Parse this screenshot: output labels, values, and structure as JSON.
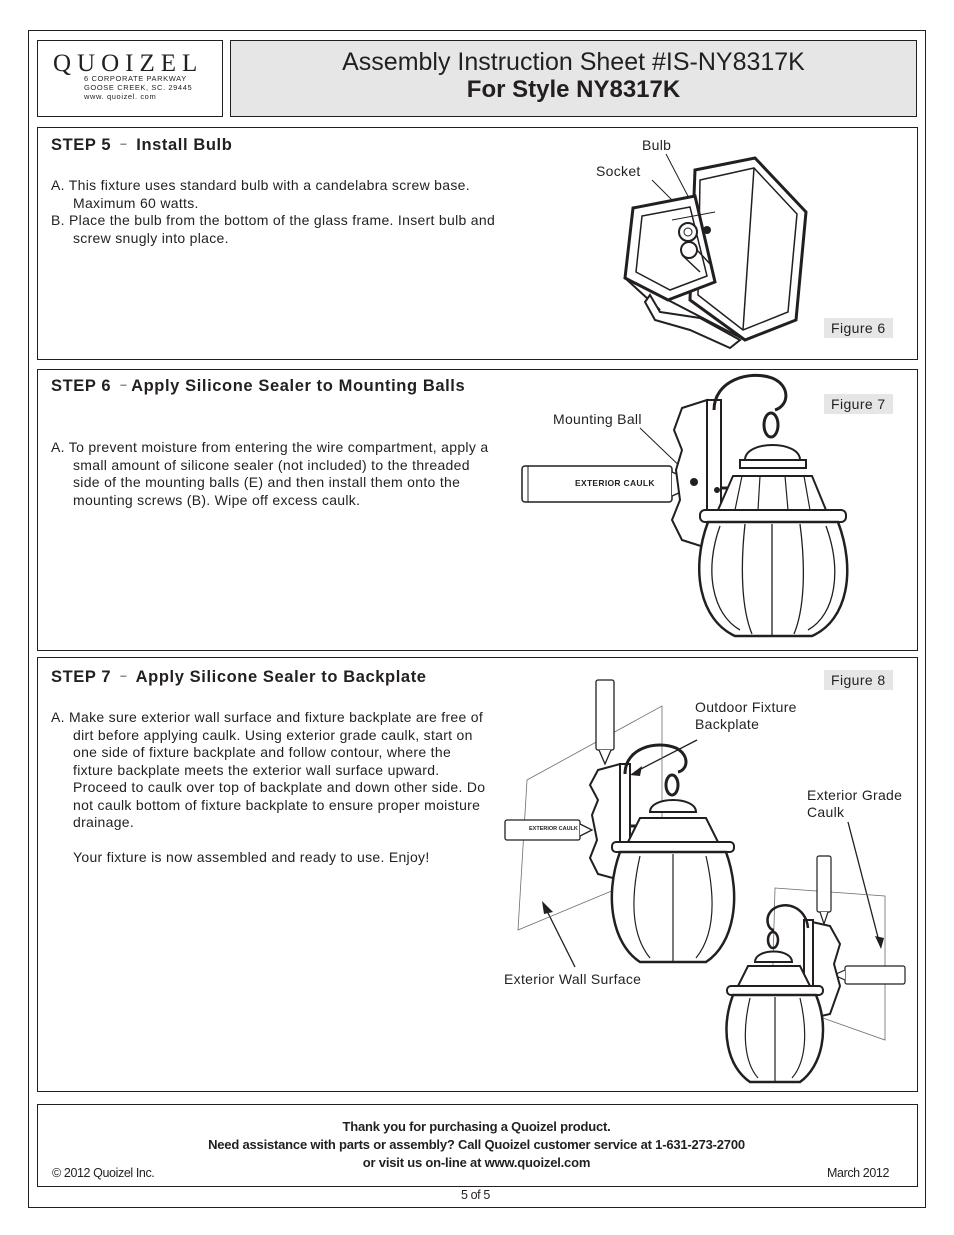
{
  "header": {
    "company": "QUOIZEL",
    "address_lines": [
      "6 CORPORATE PARKWAY",
      "GOOSE CREEK, SC. 29445",
      "www. quoizel. com"
    ],
    "title_line1": "Assembly Instruction Sheet #IS-NY8317K",
    "title_line2": "For Style NY8317K"
  },
  "step5": {
    "number": "STEP 5",
    "dash": "–",
    "title": "Install Bulb",
    "items": [
      "A.  This fixture uses standard bulb with a candelabra screw base. Maximum 60 watts.",
      "B.  Place the bulb from the bottom of the glass frame. Insert bulb and screw snugly into place."
    ],
    "callouts": {
      "bulb": "Bulb",
      "socket": "Socket"
    },
    "figure": "Figure 6"
  },
  "step6": {
    "number": "STEP 6",
    "dash": "–",
    "title": "Apply Silicone Sealer to Mounting Balls",
    "items": [
      "A.  To prevent moisture from entering the wire compartment, apply a small amount of silicone sealer (not included) to the threaded side of the mounting balls (E) and then install them onto the mounting screws (B).  Wipe off excess caulk."
    ],
    "callouts": {
      "mounting_ball": "Mounting Ball",
      "tube_label": "EXTERIOR CAULK"
    },
    "figure": "Figure 7"
  },
  "step7": {
    "number": "STEP 7",
    "dash": "–",
    "title": "Apply Silicone Sealer to Backplate",
    "items": [
      "A.  Make sure exterior wall surface and fixture backplate are free of dirt before applying caulk. Using exterior grade caulk, start on one side of fixture backplate and follow contour, where the fixture backplate meets the exterior wall surface upward. Proceed to caulk over top of backplate and down other side. Do not caulk bottom of fixture backplate to ensure proper moisture drainage."
    ],
    "closing": "Your fixture is now assembled and ready to use. Enjoy!",
    "callouts": {
      "backplate": "Outdoor Fixture Backplate",
      "caulk": "Exterior Grade Caulk",
      "wall": "Exterior Wall Surface",
      "tube_label": "EXTERIOR CAULK"
    },
    "figure": "Figure 8"
  },
  "footer": {
    "line1": "Thank you for purchasing a Quoizel product.",
    "line2": "Need assistance with parts or assembly? Call Quoizel customer service at 1-631-273-2700",
    "line3": "or visit us on-line at www.quoizel.com",
    "copyright_symbol": "©",
    "copyright": "2012  Quoizel Inc.",
    "date": "March 2012",
    "page": "5 of 5"
  }
}
